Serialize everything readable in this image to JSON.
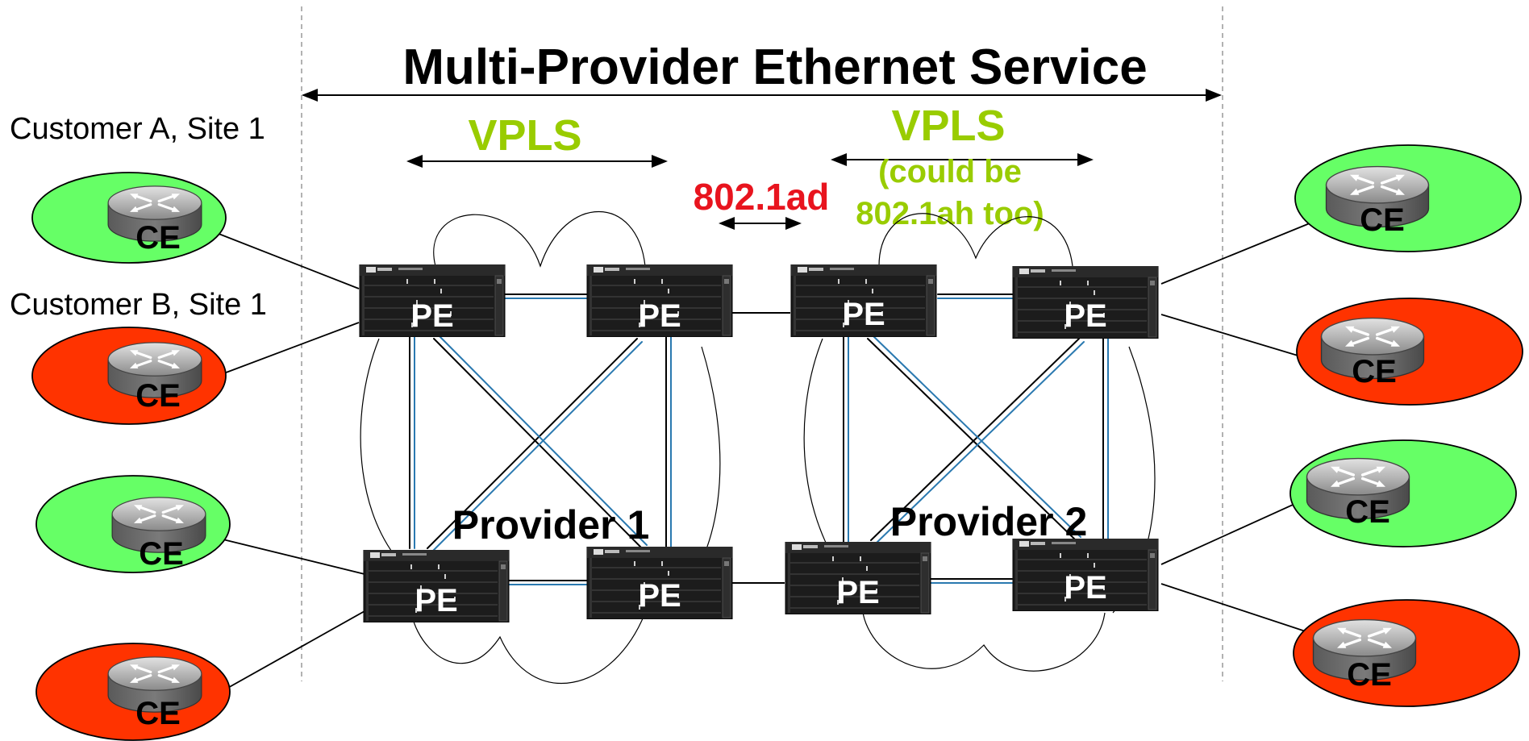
{
  "title": "Multi-Provider Ethernet Service",
  "customer_labels": {
    "a_site1": "Customer A, Site 1",
    "b_site1": "Customer B, Site 1"
  },
  "segments": {
    "vpls_left": "VPLS",
    "vpls_right": "VPLS",
    "vpls_right_note_line1": "(could be",
    "vpls_right_note_line2": "802.1ah too)",
    "interconnect": "802.1ad"
  },
  "providers": {
    "p1": "Provider 1",
    "p2": "Provider 2"
  },
  "pe_label": "PE",
  "ce_label": "CE",
  "colors": {
    "vpls_text": "#99cc00",
    "interconnect_text": "#e8141e",
    "ce_green": "#66ff66",
    "ce_red": "#ff3300",
    "link_blue": "#2a79b0",
    "pe_body": "#1c1c1c"
  },
  "icons": {
    "pe": "switch-chassis-icon",
    "ce": "router-icon"
  }
}
